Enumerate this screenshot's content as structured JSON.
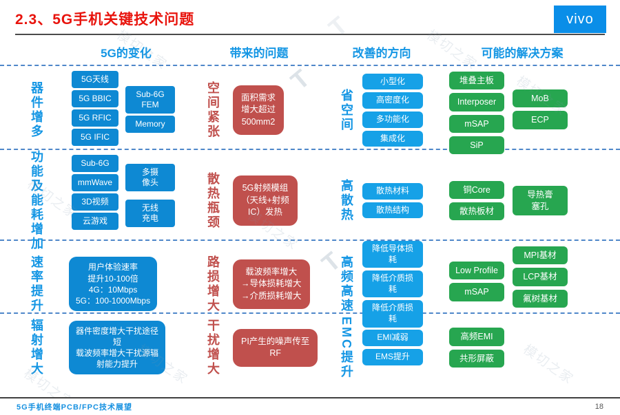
{
  "header": {
    "title": "2.3、5G手机关键技术问题",
    "logo": "vivo"
  },
  "columns": {
    "changes": "5G的变化",
    "problems": "带来的问题",
    "directions": "改善的方向",
    "solutions": "可能的解决方案"
  },
  "rows": [
    {
      "label": "器件增多",
      "changes_a": [
        "5G天线",
        "5G BBIC",
        "5G RFIC",
        "5G IFIC"
      ],
      "changes_b": [
        "Sub-6G\nFEM",
        "Memory"
      ],
      "problem_label": "空间紧张",
      "problem": "面积需求\n增大超过\n500mm2",
      "direction_label": "省空间",
      "directions": [
        "小型化",
        "高密度化",
        "多功能化",
        "集成化"
      ],
      "solutions_a": [
        "堆叠主板",
        "Interposer",
        "mSAP",
        "SiP"
      ],
      "solutions_b": [
        "MoB",
        "ECP"
      ]
    },
    {
      "label": "功能及能耗增加",
      "changes_a": [
        "Sub-6G",
        "mmWave",
        "3D视频",
        "云游戏"
      ],
      "changes_b": [
        "多摄\n像头",
        "无线\n充电"
      ],
      "problem_label": "散热瓶颈",
      "problem": "5G射频模组\n（天线+射频\nIC）发热",
      "direction_label": "高散热",
      "directions": [
        "散热材料",
        "散热结构"
      ],
      "solutions_a": [
        "铜Core",
        "散热板材"
      ],
      "solutions_b": [
        "导热膏\n塞孔"
      ]
    },
    {
      "label": "速率提升",
      "changes_big": "用户体验速率\n提升10-100倍\n4G：10Mbps\n5G：100-1000Mbps",
      "problem_label": "路损增大",
      "problem": "载波频率增大\n→导体损耗增大\n→介质损耗增大",
      "direction_label": "高频高速",
      "directions": [
        "降低导体损耗",
        "降低介质损耗",
        "降低介质损耗"
      ],
      "solutions_a": [
        "Low Profile",
        "mSAP"
      ],
      "solutions_b": [
        "MPI基材",
        "LCP基材",
        "氟树基材"
      ]
    },
    {
      "label": "辐射增大",
      "changes_big": "器件密度增大干扰途径\n短\n载波频率增大干扰源辐\n射能力提升",
      "problem_label": "干扰增大",
      "problem": "PI产生的噪声传至\nRF",
      "direction_label": "EMC提升",
      "directions": [
        "EMI减弱",
        "EMS提升"
      ],
      "solutions_a": [
        "高频EMI",
        "共形屏蔽"
      ]
    }
  ],
  "footer": {
    "left": "5G手机终端PCB/FPC技术展望",
    "page": "18"
  },
  "watermark": "模切之家",
  "watermark_t": "T",
  "colors": {
    "title_red": "#e8130c",
    "accent_blue": "#1496e4",
    "box_blue": "#0e89d3",
    "direction_blue": "#16a1e7",
    "green": "#27a650",
    "red": "#c0504d"
  }
}
